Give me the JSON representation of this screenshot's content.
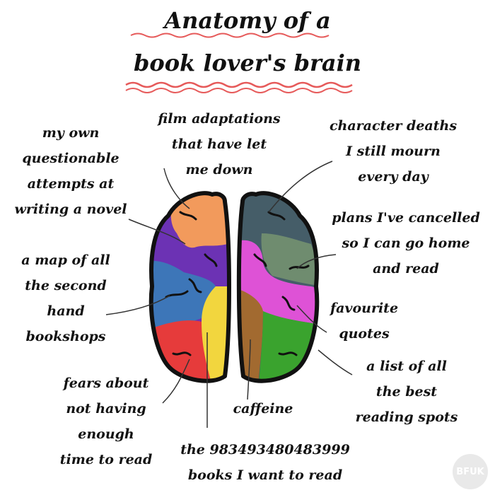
{
  "title": {
    "line1": "Anatomy of a",
    "line2": "book lover's brain"
  },
  "labels": {
    "film": "film adaptations\nthat have let\nme down",
    "novel": "my own\nquestionable\nattempts at\nwriting a novel",
    "deaths": "character deaths\nI still mourn\nevery day",
    "plans": "plans I've cancelled\nso I can go home\nand read",
    "map": "a map of all\nthe second\nhand\nbookshops",
    "quotes": "favourite\nquotes",
    "fears": "fears about\nnot having\nenough\ntime to read",
    "caffeine": "caffeine",
    "spots": "a list of all\nthe best\nreading spots",
    "books": "the 983493480483999\nbooks I want to read"
  },
  "colors": {
    "orange": "#f29a5c",
    "purple": "#6c32b4",
    "blue": "#3d76b8",
    "red": "#e63b3b",
    "yellow": "#f2d63e",
    "slate": "#455d68",
    "sage": "#6f8c6f",
    "magenta": "#de52d6",
    "brown": "#a26a30",
    "green": "#3aa32e",
    "underline": "#e65a5a"
  },
  "watermark": "BFUK"
}
